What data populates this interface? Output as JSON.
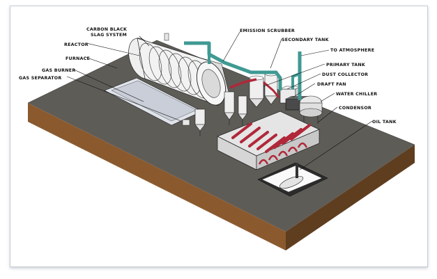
{
  "labels": {
    "carbon_black_1": "CARBON BLACK",
    "carbon_black_2": "SLAG SYSTEM",
    "reactor": "REACTOR",
    "furnace": "FURNACE",
    "gas_burner": "GAS BURNER",
    "gas_separator": "GAS SEPARATOR",
    "emission_scrubber": "EMISSION SCRUBBER",
    "secondary_tank": "SECONDARY TANK",
    "to_atmosphere": "TO ATMOSPHERE",
    "primary_tank": "PRIMARY TANK",
    "dust_collector": "DUST COLLECTOR",
    "draft_fan": "DRAFT FAN",
    "water_chiller": "WATER CHILLER",
    "condensor": "CONDENSOR",
    "oil_tank": "OIL TANK"
  },
  "colors": {
    "slab_top": "#5e5c57",
    "slab_front": "#8a5a2e",
    "slab_right": "#5f3d1f",
    "pipe": "#3f9a93",
    "condenser_tubes": "#b0283a",
    "equipment": "#f2f2f2"
  }
}
